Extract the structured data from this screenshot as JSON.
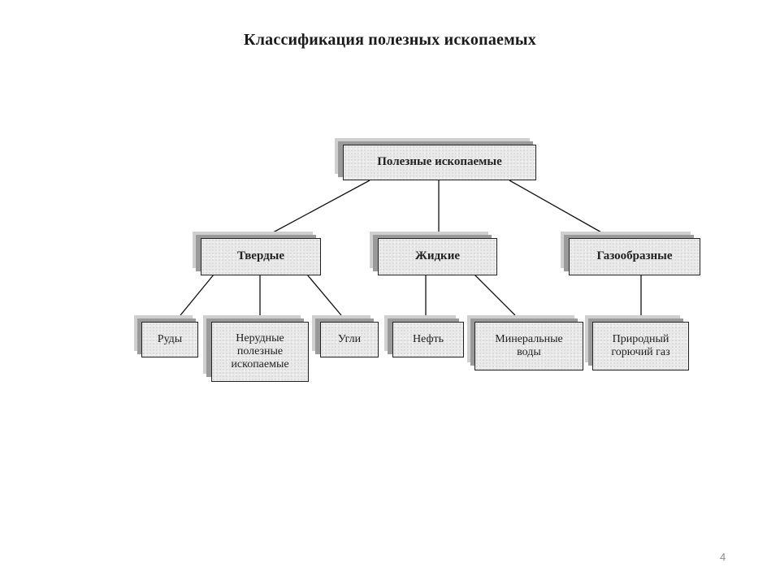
{
  "title": "Классификация полезных ископаемых",
  "root": "Полезные ископаемые",
  "categories": [
    "Твердые",
    "Жидкие",
    "Газообразные"
  ],
  "leaves": [
    "Руды",
    "Нерудные полезные ископаемые",
    "Угли",
    "Нефть",
    "Минеральные воды",
    "Природный горючий газ"
  ],
  "page_number": "4"
}
